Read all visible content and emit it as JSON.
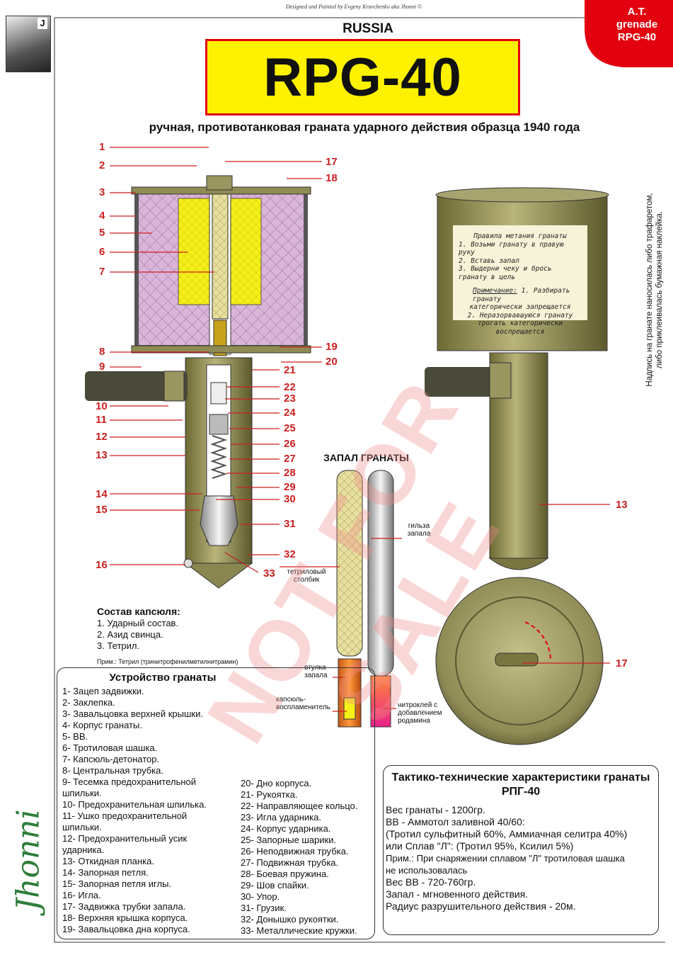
{
  "header": {
    "credit": "Designed and Painted by Evgeny Kravchenko aka Jhonni ©",
    "country": "RUSSIA",
    "title": "RPG-40",
    "subtitle": "ручная, противотанковая граната ударного действия образца 1940 года",
    "corner": [
      "A.T.",
      "grenade",
      "RPG-40"
    ],
    "logo_letter": "J"
  },
  "diagram_numbers_left": [
    "1",
    "2",
    "3",
    "4",
    "5",
    "6",
    "7",
    "8",
    "9",
    "10",
    "11",
    "12",
    "13",
    "14",
    "15",
    "16"
  ],
  "diagram_numbers_right": [
    "17",
    "18",
    "19",
    "20",
    "21",
    "22",
    "23",
    "24",
    "25",
    "26",
    "27",
    "28",
    "29",
    "30",
    "31",
    "32",
    "33"
  ],
  "exterior": {
    "label_card": {
      "title": "Правила метания гранаты",
      "lines": [
        "1. Возьми гранату в правую руку",
        "2. Вставь запал",
        "3. Выдерни чеку и брось гранату в цель"
      ],
      "note_head": "Примечание:",
      "note_lines": [
        "1. Разбирать гранату",
        "категорически запрещается",
        "2. Неразорвавшуюся гранату",
        "трогать категорически",
        "воспрещается"
      ]
    },
    "vertical_note": [
      "Надпись на гранате наносилась либо трафаретом,",
      "либо приклеивалась бумажная наклейка."
    ],
    "num_13": "13",
    "num_17": "17"
  },
  "fuze": {
    "title": "ЗАПАЛ ГРАНАТЫ",
    "labels": {
      "gilza": [
        "гильза",
        "запала"
      ],
      "tetryl": [
        "тетриловый",
        "столбик"
      ],
      "vtulka": [
        "втулка",
        "запала"
      ],
      "kapsul": [
        "капсюль-",
        "воспламенитель"
      ],
      "nitro": [
        "нитроклей с",
        "добавлением",
        "родамина"
      ]
    }
  },
  "capsule": {
    "title": "Состав капсюля:",
    "items": [
      "1. Ударный состав.",
      "2. Азид свинца.",
      "3. Тетрил."
    ],
    "note": "Прим.: Тетрил (тринитрофенилметилнитрамин)"
  },
  "device": {
    "title": "Устройство гранаты",
    "col1": [
      "1- Зацеп задвижки.",
      "2- Заклепка.",
      "3- Завальцовка верхней крышки.",
      "4- Корпус гранаты.",
      "5- ВВ.",
      "6- Тротиловая шашка.",
      "7- Капсюль-детонатор.",
      "8- Центральная трубка.",
      "9- Тесемка предохранительной",
      "шпильки.",
      "10- Предохранительная шпилька.",
      "11- Ушко предохранительной",
      "шпильки.",
      "12- Предохранительный усик",
      "ударника.",
      "13- Откидная планка.",
      "14- Запорная петля.",
      "15- Запорная петля иглы.",
      "16- Игла.",
      "17- Задвижка трубки запала.",
      "18- Верхняя крышка корпуса.",
      "19- Завальцовка дна корпуса."
    ],
    "col2": [
      "20- Дно корпуса.",
      "21- Рукоятка.",
      "22- Направляющее кольцо.",
      "23- Игла ударника.",
      "24- Корпус ударника.",
      "25- Запорные шарики.",
      "26- Неподвижная трубка.",
      "27- Подвижная трубка.",
      "28- Боевая пружина.",
      "29- Шов спайки.",
      "30- Упор.",
      "31- Грузик.",
      "32- Донышко рукоятки.",
      "33- Металлические кружки."
    ]
  },
  "tth": {
    "title": "Тактико-технические характеристики гранаты РПГ-40",
    "lines": [
      "Вес гранаты - 1200гр.",
      "ВВ - Аммотол заливной 40/60:",
      "(Тротил сульфитный 60%, Аммиачная селитра 40%)",
      "или Сплав \"Л\": (Тротил 95%, Ксилил 5%)",
      "Прим.: При снаряжении сплавом \"Л\" тротиловая шашка",
      "не использовалась",
      "Вес ВВ - 720-760гр.",
      "Запал - мгновенного действия.",
      "Радиус разрушительного действия - 20м."
    ]
  },
  "watermark": "NOT FOR SALE",
  "signature": "Jhonni",
  "colors": {
    "accent_red": "#cc1f1f",
    "title_yellow": "#fff200",
    "olive": "#8a8a4a",
    "filler_pink": "#d8b4d8",
    "tnt_yellow": "#f2e600"
  }
}
